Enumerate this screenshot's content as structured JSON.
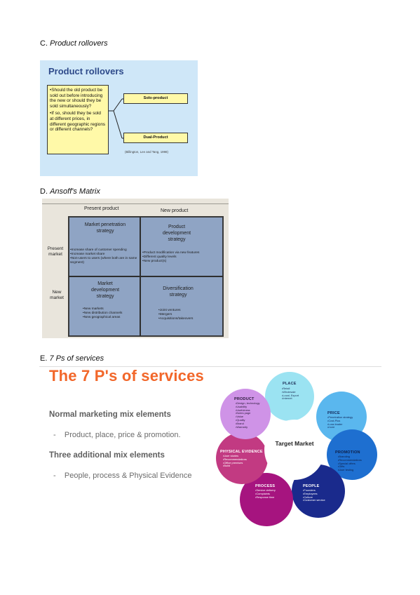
{
  "section_c": {
    "label_letter": "C.",
    "label_title": "Product rollovers",
    "slide": {
      "title": "Product rollovers",
      "question_1": "•Should the old product be sold out before introducing the new or should they be sold simultaneously?",
      "question_2": "•If so, should they be sold at different prices, in different geographic regions or different channels?",
      "option_1": "Solo-product",
      "option_2": "Dual-Product",
      "citation": "(Billington, Lee and Tang, 1998)"
    }
  },
  "section_d": {
    "label_letter": "D.",
    "label_title": "Ansoff's Matrix",
    "col_headers": [
      "Present product",
      "New product"
    ],
    "row_headers": [
      "Present market",
      "New market"
    ],
    "cells": [
      {
        "title": "Market penetration strategy",
        "bullets": [
          "Increase share of customer spending",
          "Increase market share",
          "Non-users to users (where both are in same segment)"
        ]
      },
      {
        "title": "Product development strategy",
        "bullets": [
          "Product modification via new features",
          "Different quality levels",
          "New product(s)"
        ]
      },
      {
        "title": "Market development strategy",
        "bullets": [
          "New markets",
          "New distribution channels",
          "New geographical areas"
        ]
      },
      {
        "title": "Diversification strategy",
        "bullets": [
          "Joint ventures",
          "Mergers",
          "Acquisitions/takeovers"
        ]
      }
    ]
  },
  "section_e": {
    "label_letter": "E.",
    "label_title": "7 Ps of services",
    "title": "The 7 P's of services",
    "sub_1": "Normal marketing mix elements",
    "item_1": "Product, place, price & promotion.",
    "sub_2": "Three additional mix elements",
    "item_2": "People, process & Physical Evidence",
    "dash": "-",
    "center": "Target Market",
    "circles": [
      {
        "name": "PLACE",
        "items": [
          "Retail",
          "Wholesale",
          "Local, Export",
          "Internet"
        ],
        "color": "#9be3f2"
      },
      {
        "name": "PRICE",
        "items": [
          "Penetration strategy",
          "Cost-Plus",
          "Loss leader",
          "more"
        ],
        "color": "#5ab7ee"
      },
      {
        "name": "PROMOTION",
        "items": [
          "Branding",
          "Recommendations",
          "Special offers",
          "Gifts",
          "User testing"
        ],
        "color": "#1e6fd0"
      },
      {
        "name": "PEOPLE",
        "items": [
          "Founders",
          "Employees",
          "Culture",
          "Customer service"
        ],
        "color": "#1a2a8c"
      },
      {
        "name": "PROCESS",
        "items": [
          "Service delivery",
          "Complaints",
          "Response time"
        ],
        "color": "#a6147f"
      },
      {
        "name": "PHYSICAL EVIDENCE",
        "items": [
          "User stories",
          "Recommendations",
          "Office premises",
          "Build"
        ],
        "color": "#c23a82"
      },
      {
        "name": "PRODUCT",
        "items": [
          "Design, technology",
          "Usability",
          "Usefulness",
          "Notes page",
          "Value",
          "Quality",
          "Brand",
          "Warranty"
        ],
        "color": "#cf93e7"
      }
    ]
  }
}
